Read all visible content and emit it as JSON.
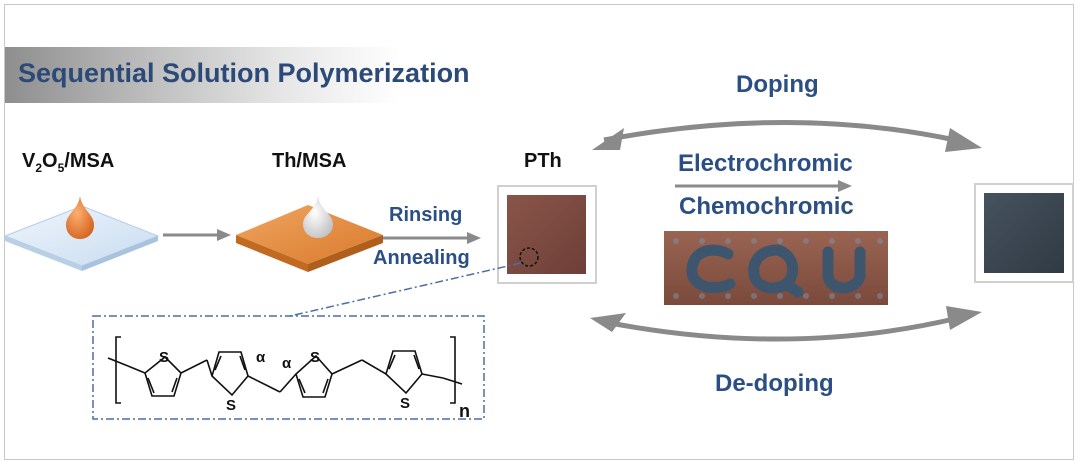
{
  "title": "Sequential Solution Polymerization",
  "labels": {
    "v2o5": {
      "main": "V",
      "sub1": "2",
      "mid": "O",
      "sub2": "5",
      "tail": "/MSA"
    },
    "th_msa": "Th/MSA",
    "pth": "PTh",
    "rinsing": "Rinsing",
    "annealing": "Annealing",
    "doping": "Doping",
    "dedoping": "De-doping",
    "electrochromic": "Electrochromic",
    "chemochromic": "Chemochromic"
  },
  "structure": {
    "sulfur": "S",
    "alpha": "α",
    "repeat": "n"
  },
  "colors": {
    "heading": "#2b4a78",
    "label_blue": "#2b4f84",
    "arrow_gray": "#8a8a8a",
    "film_brown": "#7a4a40",
    "film_dark": "#3a4650",
    "plate_orange": "#e08a3c",
    "plate_blue": "#dbe9f7"
  }
}
